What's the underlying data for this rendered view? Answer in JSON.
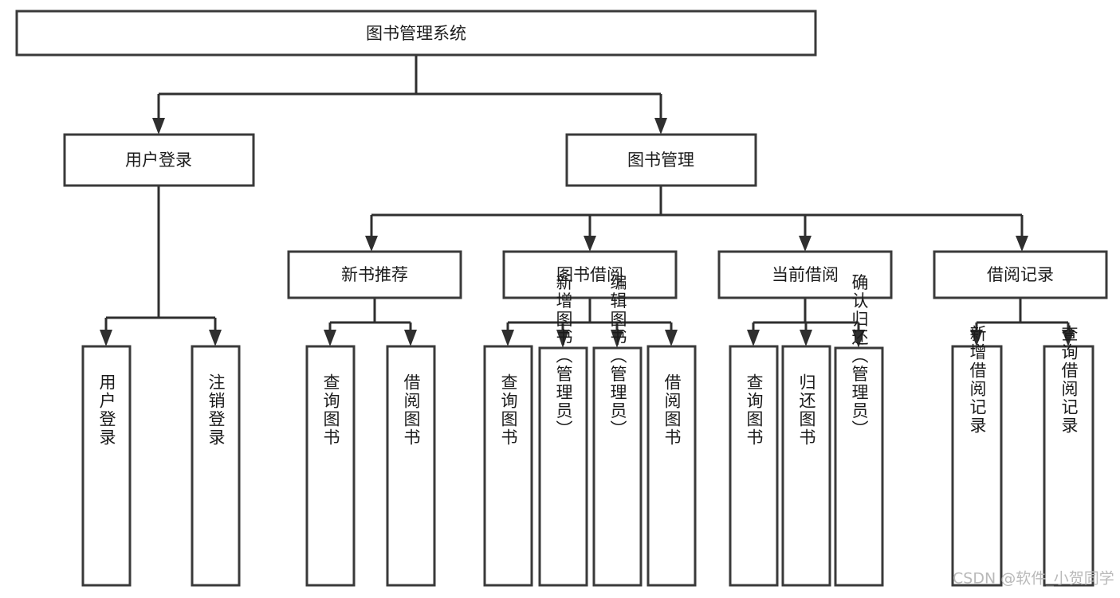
{
  "diagram": {
    "title": "图书管理系统",
    "type": "tree",
    "watermark": "CSDN @软件_小贺同学",
    "colors": {
      "box_stroke": "#3a3a3a",
      "box_fill": "#ffffff",
      "edge": "#2f2f2f",
      "text": "#1b1b1b",
      "watermark": "#b9b9b9"
    },
    "root": {
      "label": "图书管理系统"
    },
    "level2": [
      {
        "label": "用户登录"
      },
      {
        "label": "图书管理"
      }
    ],
    "level3": [
      {
        "label": "新书推荐"
      },
      {
        "label": "图书借阅"
      },
      {
        "label": "当前借阅"
      },
      {
        "label": "借阅记录"
      }
    ],
    "leaves": {
      "user_login": [
        {
          "label": "用户登录"
        },
        {
          "label": "注销登录"
        }
      ],
      "new_book_recommend": [
        {
          "label": "查询图书"
        },
        {
          "label": "借阅图书"
        }
      ],
      "book_borrow": [
        {
          "label": "查询图书"
        },
        {
          "label": "新增图书（管理员）"
        },
        {
          "label": "编辑图书（管理员）"
        },
        {
          "label": "借阅图书"
        }
      ],
      "current_borrow": [
        {
          "label": "查询图书"
        },
        {
          "label": "归还图书"
        },
        {
          "label": "确认归还（管理员）"
        }
      ],
      "borrow_record": [
        {
          "label": "新增借阅记录"
        },
        {
          "label": "查询借阅记录"
        }
      ]
    }
  }
}
